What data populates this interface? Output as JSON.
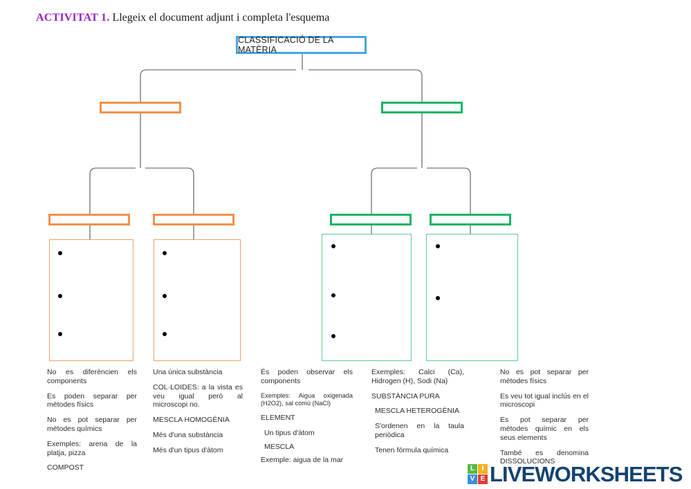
{
  "header": {
    "activity_tag": "ACTIVITAT 1.",
    "instruction": "Llegeix el document adjunt i completa l'esquema"
  },
  "diagram": {
    "root": {
      "label": "CLASSIFICACIÓ DE LA MATÈRIA",
      "border_color": "#46a6e0"
    },
    "level2": [
      {
        "name": "mixtures-input",
        "value": "",
        "border_color": "#f3904a"
      },
      {
        "name": "pure-substances-input",
        "value": "",
        "border_color": "#12b565"
      }
    ],
    "level3": [
      {
        "name": "heterogeneous-input",
        "value": "",
        "border_color": "#f3904a",
        "bullets": 3
      },
      {
        "name": "homogeneous-input",
        "value": "",
        "border_color": "#f3904a",
        "bullets": 3
      },
      {
        "name": "element-input",
        "value": "",
        "border_color": "#12b565",
        "bullets": 3
      },
      {
        "name": "compound-input",
        "value": "",
        "border_color": "#12b565",
        "bullets": 2
      }
    ]
  },
  "answer_bank": {
    "column1": [
      "No es diferèncien els components",
      "Es poden separar per mètodes físics",
      "No es pot separar per mètodes químics",
      "Exemples: arena de la platja, pizza",
      "COMPOST"
    ],
    "column2": [
      "Una única substància",
      "COL·LOIDES: a la vista es veu igual però al microscopi no.",
      "MESCLA HOMOGÈNIA",
      "Més d'una substància",
      "Més d'un tipus d'àtom"
    ],
    "column3": [
      "És poden observar els components",
      "Exemples: Aigua oxigenada (H2O2), sal comú (NaCl)",
      "ELEMENT",
      "Un tipus d'àtom",
      "MESCLA",
      "Exemple: aigua de la mar"
    ],
    "column4": [
      "Exemples: Calci (Ca), Hidrogen (H), Sodi (Na)",
      "SUBSTÀNCIA PURA",
      "MESCLA HETEROGÈNIA",
      "S'ordenen en la taula periòdica",
      "Tenen fórmula química"
    ],
    "column5": [
      "No es pot separar per mètodes físics",
      "Es veu tot igual inclús en el microscopi",
      "Es pot separar per mètodes químic en els seus elements",
      "També es denomina DISSOLUCIONS"
    ]
  },
  "logo": {
    "squares": [
      "L",
      "I",
      "V",
      "E"
    ],
    "text": "LIVEWORKSHEETS",
    "colors": {
      "l": "#5bb946",
      "i": "#f0b323",
      "v": "#3b8ede",
      "e": "#e23a30",
      "text": "#13436e"
    }
  }
}
